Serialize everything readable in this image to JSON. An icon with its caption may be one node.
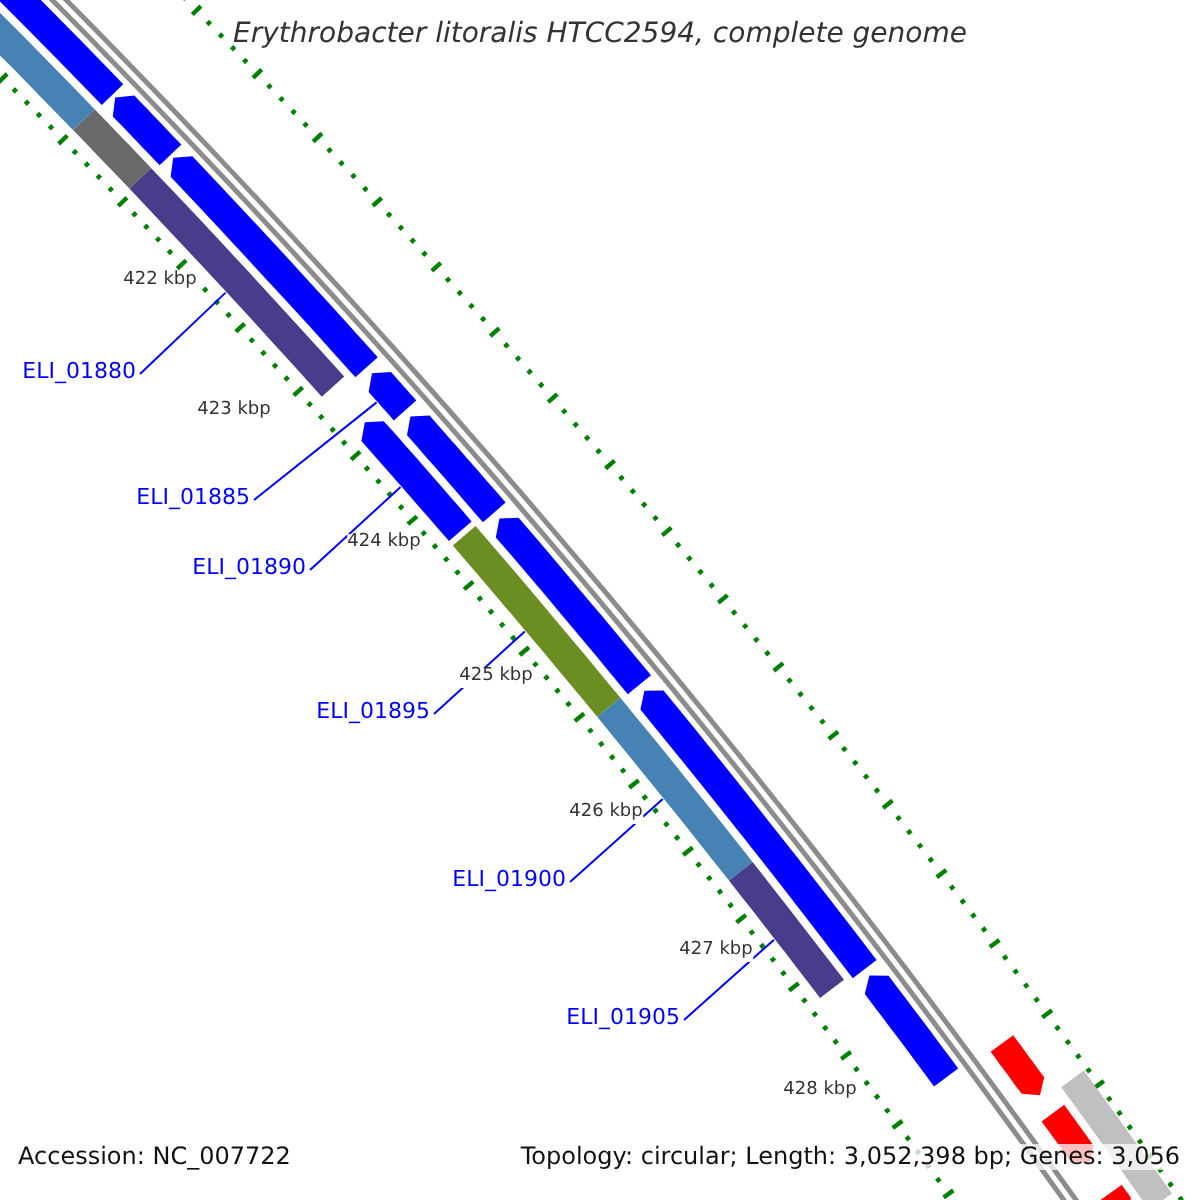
{
  "diagram": {
    "title": "Erythrobacter litoralis HTCC2594, complete genome",
    "nodes": [
      {
        "text": [
          "ELI_01880"
        ]
      },
      {
        "text": [
          "ELI_01885"
        ]
      },
      {
        "text": [
          "ELI_01890"
        ]
      },
      {
        "text": [
          "ELI_01895"
        ]
      },
      {
        "text": [
          "ELI_01900"
        ]
      },
      {
        "text": [
          "ELI_01905"
        ]
      },
      {
        "text": [],
        "shape": "bar"
      },
      {
        "text": [],
        "shape": "bar"
      },
      {
        "text": [],
        "shape": "bar"
      },
      {
        "text": [],
        "shape": "bar"
      },
      {
        "text": [],
        "shape": "bar"
      },
      {
        "text": [],
        "shape": "bar"
      },
      {
        "text": [],
        "shape": "bar"
      },
      {
        "text": [],
        "shape": "bar"
      },
      {
        "text": [],
        "shape": "bar"
      },
      {
        "text": [],
        "shape": "bar"
      },
      {
        "text": [],
        "shape": "bar"
      },
      {
        "text": [],
        "shape": "bar"
      },
      {
        "text": [],
        "shape": "bar"
      },
      {
        "text": [],
        "shape": "bar"
      },
      {
        "text": [],
        "shape": "bar"
      },
      {
        "text": [],
        "shape": "bar"
      },
      {
        "text": [],
        "shape": "bar"
      },
      {
        "text": [],
        "shape": "bar"
      },
      {
        "text": [],
        "shape": "bar"
      }
    ],
    "edges": [
      {
        "from": 0,
        "to": 6,
        "arrow": "none"
      },
      {
        "from": 1,
        "to": 7,
        "arrow": "none"
      },
      {
        "from": 2,
        "to": 8,
        "arrow": "none"
      },
      {
        "from": 3,
        "to": 9,
        "arrow": "none"
      },
      {
        "from": 4,
        "to": 10,
        "arrow": "none"
      },
      {
        "from": 5,
        "to": 11,
        "arrow": "none"
      }
    ],
    "labels": [
      "422 kbp",
      "423 kbp",
      "424 kbp",
      "425 kbp",
      "426 kbp",
      "427 kbp",
      "428 kbp",
      "Accession: NC_007722",
      "Topology: circular; Length: 3,052,398 bp; Genes: 3,056"
    ]
  }
}
